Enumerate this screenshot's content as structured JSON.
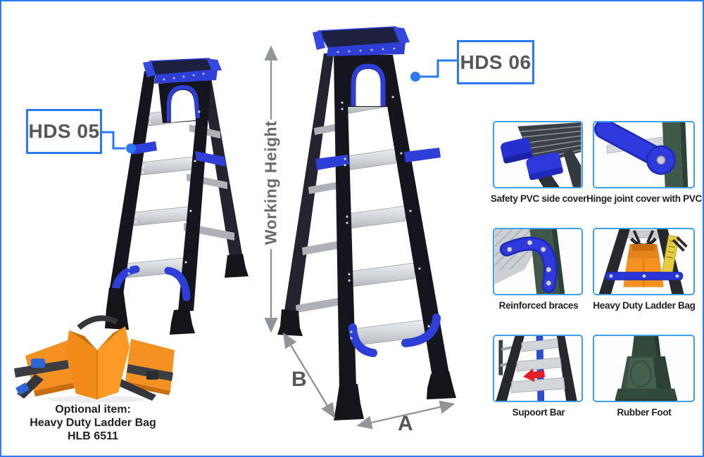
{
  "callouts": {
    "hds05": "HDS 05",
    "hds06": "HDS 06"
  },
  "dimensions": {
    "working_height_label": "Working Height",
    "a_label": "A",
    "b_label": "B"
  },
  "optional_item": {
    "title": "Optional item:",
    "name": "Heavy Duty Ladder Bag",
    "model": "HLB 6511"
  },
  "features": [
    {
      "caption": "Safety PVC side cover",
      "icon": "safety-pvc-side-cover-icon"
    },
    {
      "caption": "Hinge joint cover with PVC",
      "icon": "hinge-joint-cover-icon"
    },
    {
      "caption": "Reinforced braces",
      "icon": "reinforced-braces-icon"
    },
    {
      "caption": "Heavy Duty Ladder Bag",
      "icon": "heavy-duty-ladder-bag-icon"
    },
    {
      "caption": "Supoort Bar",
      "icon": "support-bar-icon"
    },
    {
      "caption": "Rubber Foot",
      "icon": "rubber-foot-icon"
    }
  ],
  "icons": {
    "working_height_arrow": "double-headed-vertical-arrow",
    "dimension_a_arrow": "double-headed-diagonal-arrow",
    "dimension_b_arrow": "double-headed-diagonal-arrow",
    "callout_connector": "elbow-line-with-dot"
  },
  "colors": {
    "frame_border": "#2e7bf3",
    "callout_blue": "#2a79f3",
    "thumb_border": "#41a0e8",
    "text_dark": "#231f20",
    "text_gray": "#56575a",
    "dim_gray": "#919498",
    "ladder_blue": "#2d3fd6",
    "ladder_black": "#16161e",
    "step_silver": "#d7dadd",
    "bag_orange": "#f5921f",
    "green_dark": "#3c5648",
    "arrow_red": "#e51e25"
  }
}
